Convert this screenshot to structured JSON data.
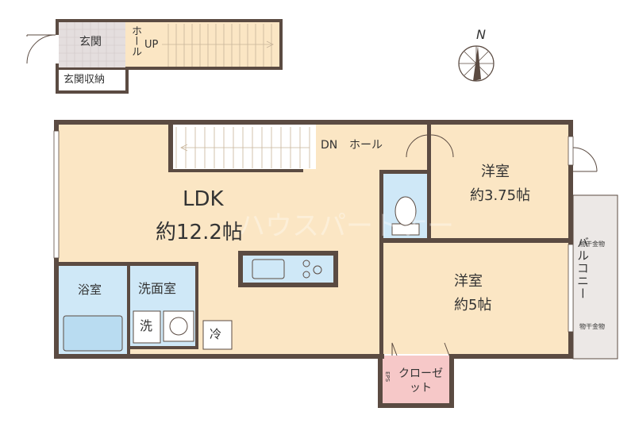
{
  "plan": {
    "genkan": "玄関",
    "genkan_storage": "玄関収納",
    "hall_upper": "ホール",
    "stairs_up": "UP",
    "stairs_down": "DN",
    "hall_main": "ホール",
    "ldk_name": "LDK",
    "ldk_size": "約12.2帖",
    "western1_name": "洋室",
    "western1_size": "約3.75帖",
    "western2_name": "洋室",
    "western2_size": "約5帖",
    "bath": "浴室",
    "washroom": "洗面室",
    "washer": "洗",
    "fridge": "冷",
    "balcony": "バルコニー",
    "laundry_top": "物干金物",
    "laundry_bottom": "物干金物",
    "closet": "クローゼット",
    "eps": "EPS",
    "north": "N",
    "watermark": "ハウスパートナー"
  },
  "colors": {
    "wall": "#5b4b42",
    "floor_beige": "#fbe6c4",
    "floor_blue": "#cfe8f7",
    "floor_pink": "#f6c8c8",
    "floor_gray": "#e4dede",
    "balcony": "#ece8e6"
  }
}
